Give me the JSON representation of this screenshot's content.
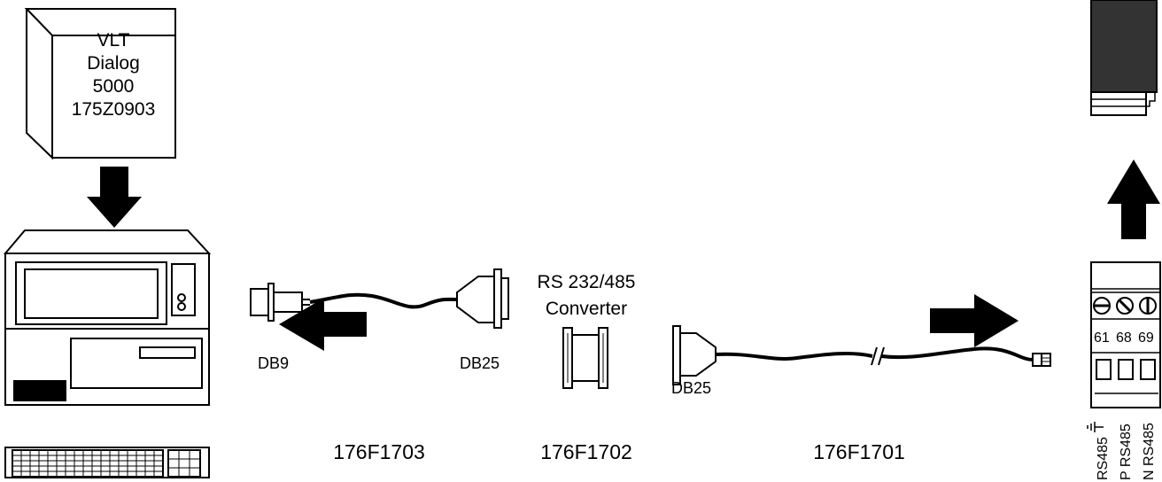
{
  "software_box": {
    "line1": "VLT",
    "line2": "Dialog",
    "line3": "5000",
    "line4": "175Z0903"
  },
  "converter": {
    "line1": "RS 232/485",
    "line2": "Converter",
    "part": "176F1702"
  },
  "cable_left": {
    "end_a": "DB9",
    "end_b": "DB25",
    "part": "176F1703"
  },
  "cable_right": {
    "end_a": "DB25",
    "part": "176F1701"
  },
  "terminal": {
    "numbers": [
      "61",
      "68",
      "69"
    ],
    "labels": [
      "RS485",
      "P  RS485",
      "N  RS485"
    ]
  },
  "icons": [
    "computer-icon",
    "arrow-down-icon",
    "arrow-left-icon",
    "arrow-right-icon",
    "arrow-up-icon",
    "ground-icon",
    "screw-icon"
  ],
  "colors": {
    "ink": "#000000",
    "module": "#333333",
    "paper": "#ffffff"
  }
}
